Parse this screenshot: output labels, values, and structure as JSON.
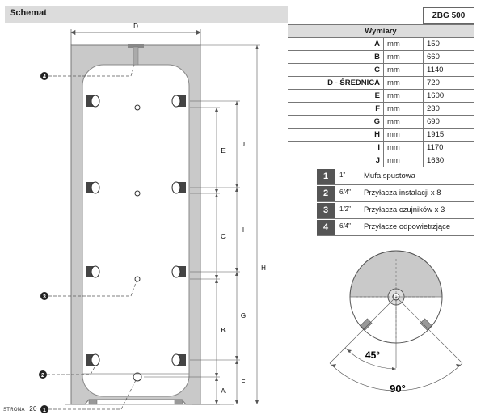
{
  "header": {
    "title": "Schemat",
    "model": "ZBG 500"
  },
  "table": {
    "title": "Wymiary",
    "rows": [
      {
        "key": "A",
        "unit": "mm",
        "value": "150"
      },
      {
        "key": "B",
        "unit": "mm",
        "value": "660"
      },
      {
        "key": "C",
        "unit": "mm",
        "value": "1140"
      },
      {
        "key": "D - ŚREDNICA",
        "unit": "mm",
        "value": "720"
      },
      {
        "key": "E",
        "unit": "mm",
        "value": "1600"
      },
      {
        "key": "F",
        "unit": "mm",
        "value": "230"
      },
      {
        "key": "G",
        "unit": "mm",
        "value": "690"
      },
      {
        "key": "H",
        "unit": "mm",
        "value": "1915"
      },
      {
        "key": "I",
        "unit": "mm",
        "value": "1170"
      },
      {
        "key": "J",
        "unit": "mm",
        "value": "1630"
      }
    ]
  },
  "legend": [
    {
      "num": "1",
      "size": "1\"",
      "desc": "Mufa spustowa"
    },
    {
      "num": "2",
      "size": "6/4\"",
      "desc": "Przyłacza instalacji x 8"
    },
    {
      "num": "3",
      "size": "1/2\"",
      "desc": "Przyłacza czujników x 3"
    },
    {
      "num": "4",
      "size": "6/4\"",
      "desc": "Przyłacze odpowietrzjące"
    }
  ],
  "diagram": {
    "dim_labels": {
      "D": "D",
      "E": "E",
      "C": "C",
      "B": "B",
      "A": "A",
      "J": "J",
      "I": "I",
      "G": "G",
      "F": "F",
      "H": "H"
    },
    "markers": [
      "4",
      "3",
      "2",
      "1"
    ]
  },
  "topview": {
    "angle_small": "45°",
    "angle_large": "90°"
  },
  "footer": {
    "label": "STRONA",
    "page": "20"
  },
  "colors": {
    "insulation": "#c9c9c9",
    "header": "#dcdcdc",
    "legend_num": "#555555"
  }
}
